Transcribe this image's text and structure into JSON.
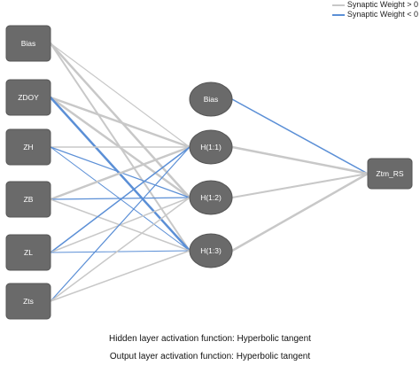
{
  "legend": {
    "positive": {
      "label": "Synaptic Weight > 0",
      "color": "#c8c8c8"
    },
    "negative": {
      "label": "Synaptic Weight < 0",
      "color": "#5b8fd6"
    }
  },
  "node_colors": {
    "fill": "#6a6a6a",
    "stroke": "#555555",
    "label": "#ffffff"
  },
  "nodes": {
    "input": [
      {
        "id": "bias_in",
        "label": "Bias",
        "shape": "rect"
      },
      {
        "id": "zdoy",
        "label": "ZDOY",
        "shape": "rect"
      },
      {
        "id": "zh",
        "label": "ZH",
        "shape": "rect"
      },
      {
        "id": "zb",
        "label": "ZB",
        "shape": "rect"
      },
      {
        "id": "zl",
        "label": "ZL",
        "shape": "rect"
      },
      {
        "id": "zts",
        "label": "Zts",
        "shape": "rect"
      }
    ],
    "hidden": [
      {
        "id": "bias_h",
        "label": "Bias",
        "shape": "ellipse"
      },
      {
        "id": "h1",
        "label": "H(1:1)",
        "shape": "ellipse"
      },
      {
        "id": "h2",
        "label": "H(1:2)",
        "shape": "ellipse"
      },
      {
        "id": "h3",
        "label": "H(1:3)",
        "shape": "ellipse"
      }
    ],
    "output": [
      {
        "id": "out",
        "label": "Ztm_RS",
        "shape": "rect"
      }
    ]
  },
  "connections": [
    {
      "from": "bias_in",
      "to": "h1",
      "sign": "positive",
      "weight": 1.2
    },
    {
      "from": "bias_in",
      "to": "h2",
      "sign": "positive",
      "weight": 2.5
    },
    {
      "from": "bias_in",
      "to": "h3",
      "sign": "positive",
      "weight": 2.0
    },
    {
      "from": "zdoy",
      "to": "h1",
      "sign": "positive",
      "weight": 2.5
    },
    {
      "from": "zdoy",
      "to": "h2",
      "sign": "positive",
      "weight": 2.5
    },
    {
      "from": "zdoy",
      "to": "h3",
      "sign": "negative",
      "weight": 2.5
    },
    {
      "from": "zh",
      "to": "h1",
      "sign": "positive",
      "weight": 1.5
    },
    {
      "from": "zh",
      "to": "h2",
      "sign": "negative",
      "weight": 1.2
    },
    {
      "from": "zh",
      "to": "h3",
      "sign": "negative",
      "weight": 1.0
    },
    {
      "from": "zb",
      "to": "h1",
      "sign": "positive",
      "weight": 2.5
    },
    {
      "from": "zb",
      "to": "h2",
      "sign": "negative",
      "weight": 1.2
    },
    {
      "from": "zb",
      "to": "h3",
      "sign": "positive",
      "weight": 1.5
    },
    {
      "from": "zl",
      "to": "h1",
      "sign": "negative",
      "weight": 1.5
    },
    {
      "from": "zl",
      "to": "h2",
      "sign": "positive",
      "weight": 1.5
    },
    {
      "from": "zl",
      "to": "h3",
      "sign": "negative",
      "weight": 1.0
    },
    {
      "from": "zts",
      "to": "h1",
      "sign": "negative",
      "weight": 1.2
    },
    {
      "from": "zts",
      "to": "h2",
      "sign": "positive",
      "weight": 1.5
    },
    {
      "from": "zts",
      "to": "h3",
      "sign": "positive",
      "weight": 1.5
    },
    {
      "from": "bias_h",
      "to": "out",
      "sign": "negative",
      "weight": 1.5
    },
    {
      "from": "h1",
      "to": "out",
      "sign": "positive",
      "weight": 2.5
    },
    {
      "from": "h2",
      "to": "out",
      "sign": "positive",
      "weight": 2.0
    },
    {
      "from": "h3",
      "to": "out",
      "sign": "positive",
      "weight": 2.5
    }
  ],
  "footer": {
    "hidden_activation": "Hidden layer activation function: Hyperbolic tangent",
    "output_activation": "Output layer activation function: Hyperbolic tangent"
  }
}
